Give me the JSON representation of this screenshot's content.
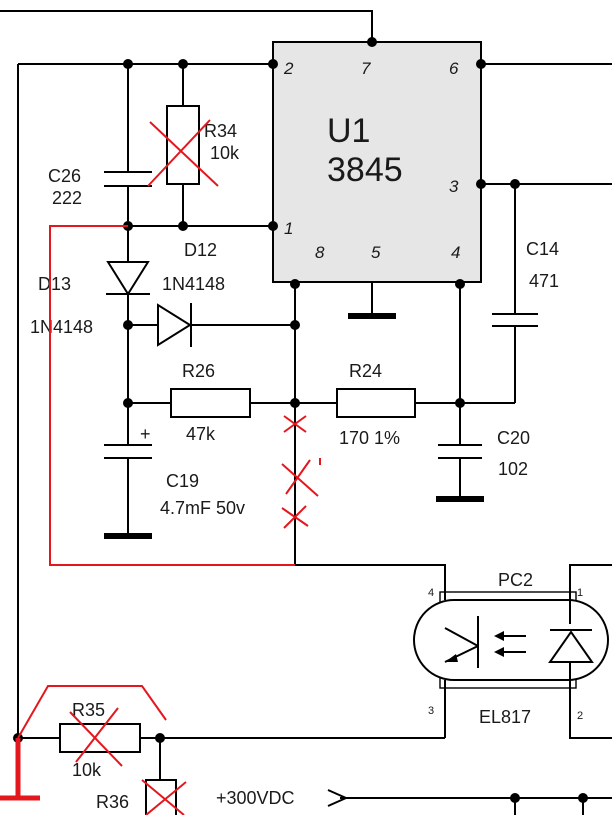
{
  "ic": {
    "name": "U1",
    "part": "3845",
    "pins": {
      "p1": "1",
      "p2": "2",
      "p3": "3",
      "p4": "4",
      "p5": "5",
      "p6": "6",
      "p7": "7",
      "p8": "8"
    }
  },
  "components": {
    "r34": {
      "ref": "R34",
      "value": "10k"
    },
    "c26": {
      "ref": "C26",
      "value": "222"
    },
    "d12": {
      "ref": "D12",
      "value": "1N4148"
    },
    "d13": {
      "ref": "D13",
      "value": "1N4148"
    },
    "c14": {
      "ref": "C14",
      "value": "471"
    },
    "r26": {
      "ref": "R26",
      "value": "47k"
    },
    "r24": {
      "ref": "R24",
      "value": "170 1%"
    },
    "c19": {
      "ref": "C19",
      "value": "4.7mF 50v",
      "polarity": "+"
    },
    "c20": {
      "ref": "C20",
      "value": "102"
    },
    "pc2": {
      "ref": "PC2",
      "part": "EL817",
      "pins": {
        "p1": "1",
        "p2": "2",
        "p3": "3",
        "p4": "4"
      }
    },
    "r35": {
      "ref": "R35",
      "value": "10k"
    },
    "r36": {
      "ref": "R36"
    }
  },
  "net": {
    "hv": "+300VDC"
  },
  "colors": {
    "wire": "#000000",
    "ic_fill": "#e6e6e6",
    "markup": "#e3171d"
  }
}
